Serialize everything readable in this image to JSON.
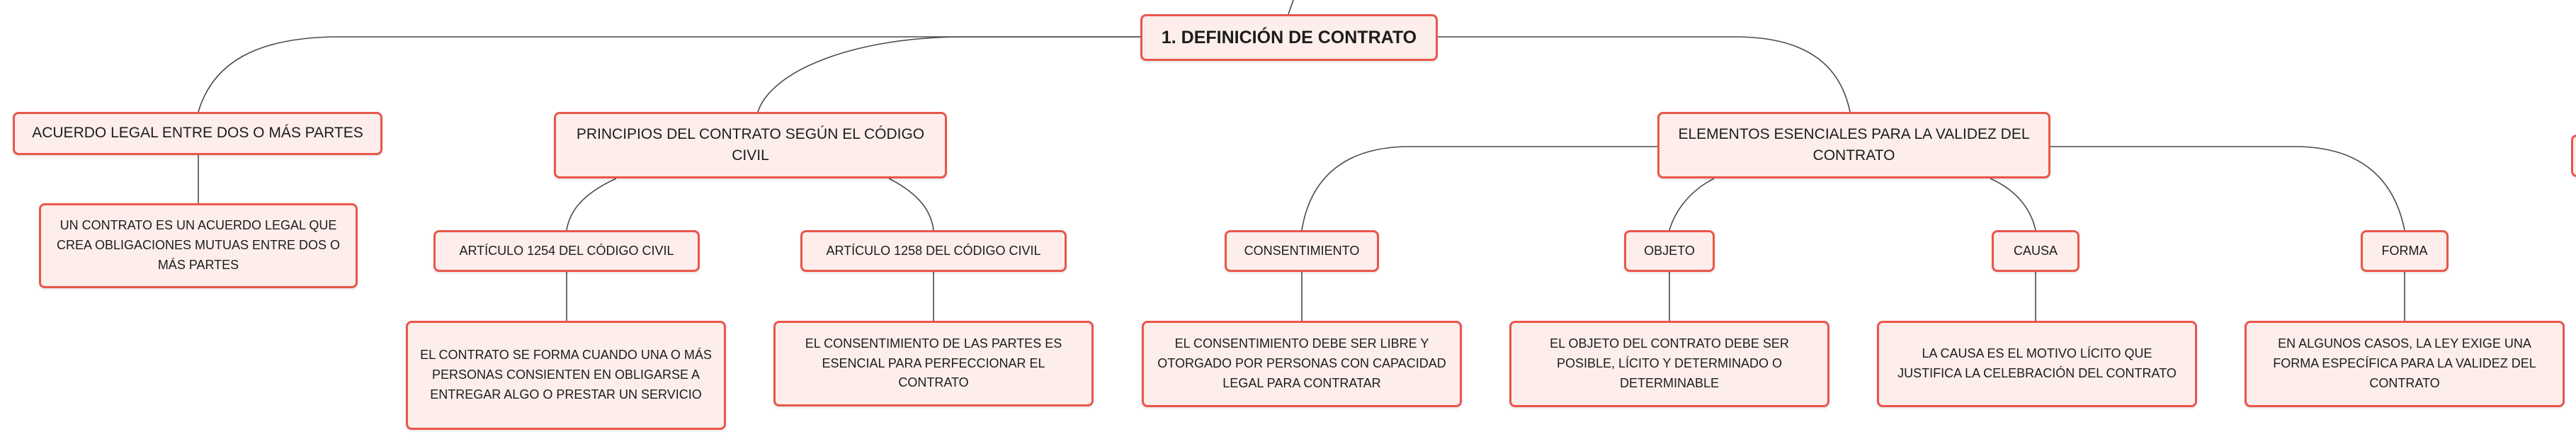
{
  "root": {
    "label": "1. DEFINICIÓN DE CONTRATO"
  },
  "branches": [
    {
      "label": "ACUERDO LEGAL ENTRE DOS O MÁS PARTES",
      "children": [
        {
          "label": "UN CONTRATO ES UN ACUERDO LEGAL QUE CREA OBLIGACIONES MUTUAS ENTRE DOS O MÁS PARTES"
        }
      ]
    },
    {
      "label": "PRINCIPIOS DEL CONTRATO SEGÚN EL CÓDIGO CIVIL",
      "children": [
        {
          "label": "ARTÍCULO 1254 DEL CÓDIGO CIVIL",
          "detail": "EL CONTRATO SE FORMA CUANDO UNA O MÁS PERSONAS CONSIENTEN EN OBLIGARSE A ENTREGAR ALGO O PRESTAR UN SERVICIO"
        },
        {
          "label": "ARTÍCULO 1258 DEL CÓDIGO CIVIL",
          "detail": "EL CONSENTIMIENTO DE LAS PARTES ES ESENCIAL PARA PERFECCIONAR EL CONTRATO"
        }
      ]
    },
    {
      "label": "ELEMENTOS ESENCIALES PARA LA VALIDEZ DEL CONTRATO",
      "children": [
        {
          "label": "CONSENTIMIENTO",
          "detail": "EL CONSENTIMIENTO DEBE SER LIBRE Y OTORGADO POR PERSONAS CON CAPACIDAD LEGAL PARA CONTRATAR"
        },
        {
          "label": "OBJETO",
          "detail": "EL OBJETO DEL CONTRATO DEBE SER POSIBLE, LÍCITO Y DETERMINADO O DETERMINABLE"
        },
        {
          "label": "CAUSA",
          "detail": "LA CAUSA ES EL MOTIVO LÍCITO QUE JUSTIFICA LA CELEBRACIÓN DEL CONTRATO"
        },
        {
          "label": "FORMA",
          "detail": "EN ALGUNOS CASOS, LA LEY EXIGE UNA FORMA ESPECÍFICA PARA LA VALIDEZ DEL CONTRATO"
        }
      ]
    }
  ],
  "colors": {
    "node_border": "#e8574a",
    "node_fill": "#fdeeeb",
    "link": "#4a4a4a"
  }
}
